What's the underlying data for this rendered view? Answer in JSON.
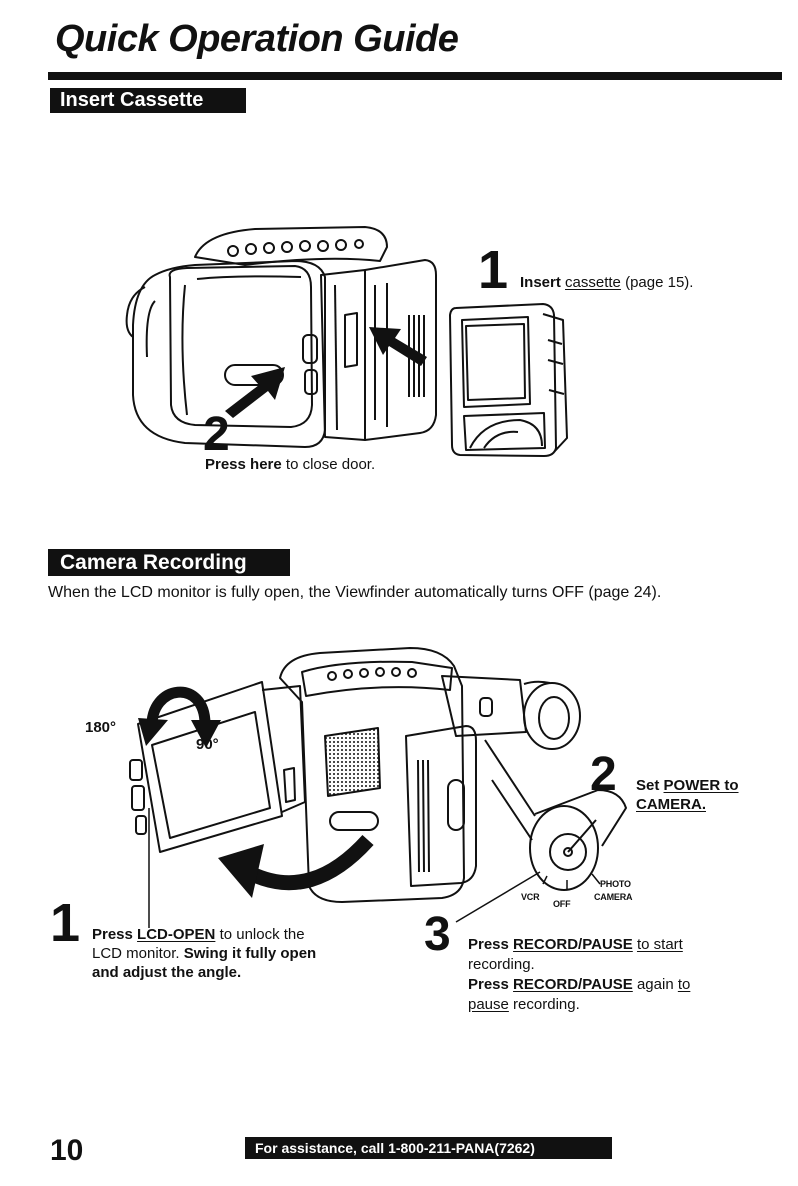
{
  "title": "Quick Operation Guide",
  "insert_cassette": {
    "heading": "Insert Cassette",
    "step1": {
      "number": "1",
      "verb": "Insert",
      "link": "cassette",
      "rest": "(page 15)."
    },
    "step2": {
      "number": "2",
      "bold": "Press here",
      "rest": "to close door."
    }
  },
  "camera_recording": {
    "heading": "Camera Recording",
    "intro": "When the LCD monitor is fully open, the Viewfinder automatically turns OFF (page 24).",
    "angle_labels": {
      "rotate": "180°",
      "tilt": "90°"
    },
    "step2": {
      "number": "2",
      "verb": "Set",
      "target_line1": "POWER to",
      "target_line2": "CAMERA."
    },
    "power_switch_labels": {
      "vcr": "VCR",
      "off": "OFF",
      "photo": "PHOTO",
      "camera": "CAMERA"
    },
    "step1": {
      "number": "1",
      "press": "Press",
      "button": "LCD-OPEN",
      "line1_rest": "to unlock the",
      "line2_start": "LCD monitor.",
      "line2_bold": "Swing it fully open",
      "line3_bold": "and adjust the angle."
    },
    "step3": {
      "number": "3",
      "line1_press": "Press",
      "line1_button": "RECORD/PAUSE",
      "line1_rest": "to start",
      "line2": "recording.",
      "line3_press": "Press",
      "line3_button": "RECORD/PAUSE",
      "line3_again": "again",
      "line3_to": "to",
      "line4_pause": "pause",
      "line4_rest": "recording."
    }
  },
  "footer": {
    "page_number": "10",
    "assistance": "For assistance, call 1-800-211-PANA(7262)"
  }
}
